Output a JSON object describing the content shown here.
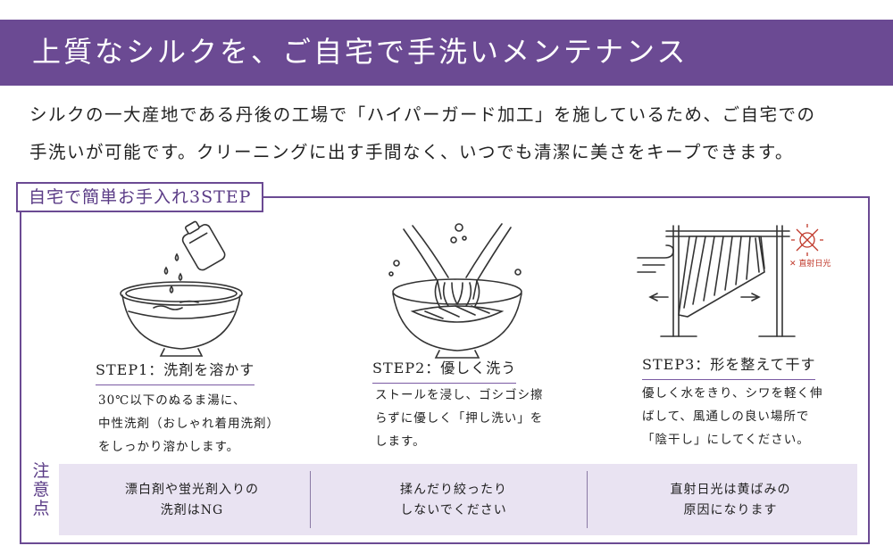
{
  "colors": {
    "accent": "#6b4a93",
    "notes_bg": "#e9e3f2",
    "text": "#222222"
  },
  "banner": {
    "title": "上質なシルクを、ご自宅で手洗いメンテナンス"
  },
  "intro": {
    "line1": "シルクの一大産地である丹後の工場で「ハイパーガード加工」を施しているため、ご自宅での",
    "line2": "手洗いが可能です。クリーニングに出す手間なく、いつでも清潔に美さをキープできます。"
  },
  "section": {
    "tag": "自宅で簡単お手入れ3STEP"
  },
  "steps": [
    {
      "title": "STEP1：洗剤を溶かす",
      "lines": [
        "30℃以下のぬるま湯に、",
        "中性洗剤（おしゃれ着用洗剤）",
        "をしっかり溶かします。"
      ],
      "icon": "bowl-detergent-icon"
    },
    {
      "title": "STEP2：優しく洗う",
      "lines": [
        "ストールを浸し、ゴシゴシ擦",
        "らずに優しく「押し洗い」を",
        "します。"
      ],
      "icon": "hand-wash-icon"
    },
    {
      "title": "STEP3：形を整えて干す",
      "lines": [
        "優しく水をきり、シワを軽く伸",
        "ばして、風通しの良い場所で",
        "「陰干し」にしてください。"
      ],
      "icon": "drying-rack-icon",
      "badge": "✕ 直射日光"
    }
  ],
  "notes": {
    "label": [
      "注",
      "意",
      "点"
    ],
    "items": [
      {
        "line1": "漂白剤や蛍光剤入りの",
        "line2": "洗剤はNG"
      },
      {
        "line1": "揉んだり絞ったり",
        "line2": "しないでください"
      },
      {
        "line1": "直射日光は黄ばみの",
        "line2": "原因になります"
      }
    ]
  }
}
